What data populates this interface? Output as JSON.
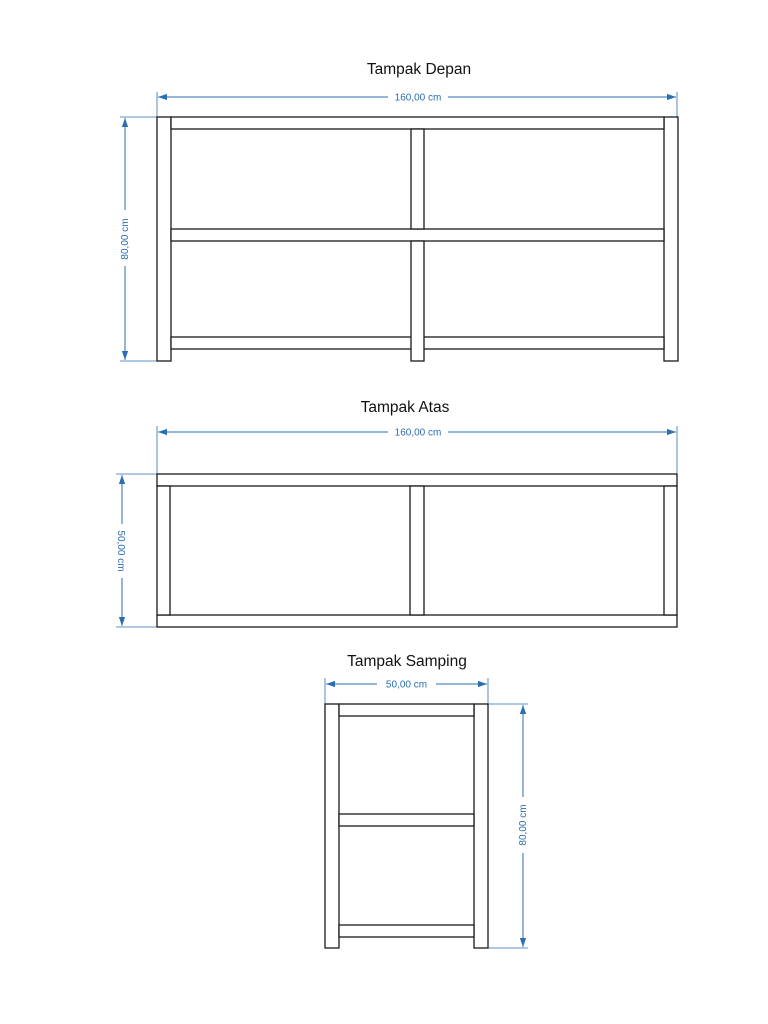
{
  "views": {
    "front": {
      "title": "Tampak Depan",
      "width_label": "160,00 cm",
      "height_label": "80,00 cm"
    },
    "top": {
      "title": "Tampak Atas",
      "width_label": "160,00 cm",
      "depth_label": "50,00 cm"
    },
    "side": {
      "title": "Tampak Samping",
      "width_label": "50,00 cm",
      "height_label": "80,00 cm"
    }
  },
  "colors": {
    "dimension": "#2a6fb0",
    "outline": "#1a1a1a"
  }
}
